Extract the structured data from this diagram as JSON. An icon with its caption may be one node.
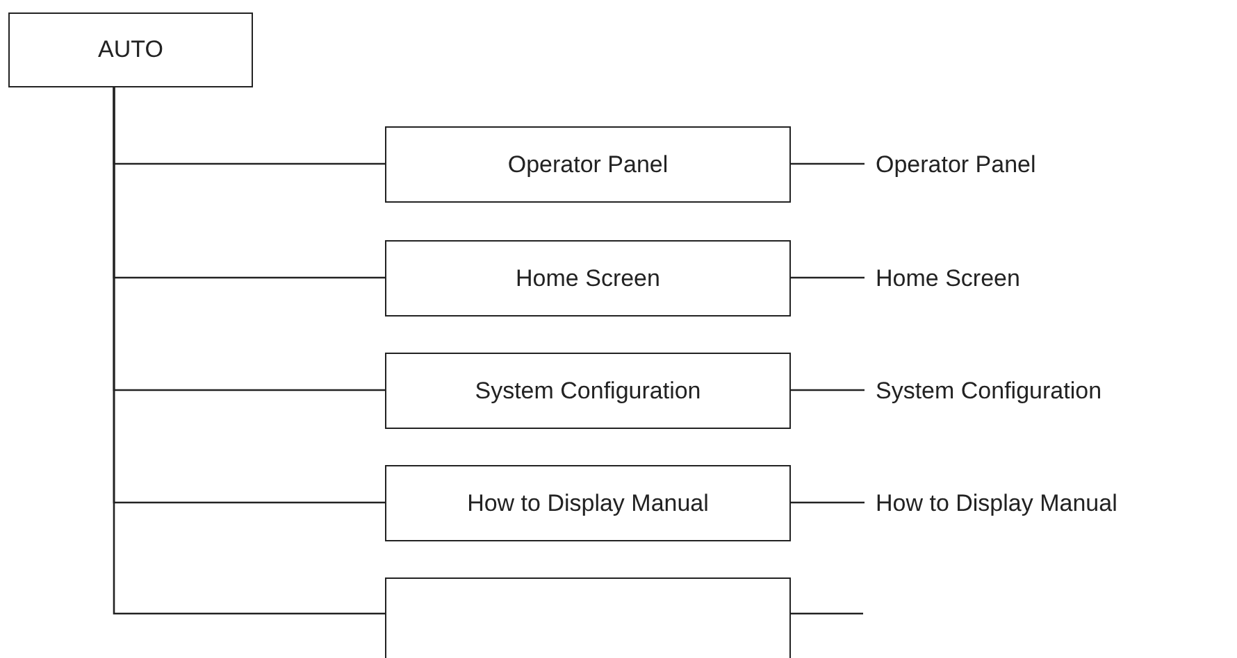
{
  "diagram": {
    "nodes": [
      {
        "text": [
          "AUTO"
        ]
      },
      {
        "text": [
          "Operator Panel"
        ]
      },
      {
        "text": [
          "Home Screen"
        ]
      },
      {
        "text": [
          "System Configuration"
        ]
      },
      {
        "text": [
          "How to Display Manual"
        ]
      },
      {
        "text": [],
        "shape": "box"
      },
      {
        "text": [
          "Operator Panel"
        ]
      },
      {
        "text": [
          "Home Screen"
        ]
      },
      {
        "text": [
          "System Configuration"
        ]
      },
      {
        "text": [
          "How to Display Manual"
        ]
      }
    ],
    "edges": [
      {
        "from": 0,
        "to": 1,
        "arrow": "none"
      },
      {
        "from": 0,
        "to": 2,
        "arrow": "none"
      },
      {
        "from": 0,
        "to": 3,
        "arrow": "none"
      },
      {
        "from": 0,
        "to": 4,
        "arrow": "none"
      },
      {
        "from": 0,
        "to": 5,
        "arrow": "none"
      },
      {
        "from": 1,
        "to": 6,
        "arrow": "none"
      },
      {
        "from": 2,
        "to": 7,
        "arrow": "none"
      },
      {
        "from": 3,
        "to": 8,
        "arrow": "none"
      },
      {
        "from": 4,
        "to": 9,
        "arrow": "none"
      },
      {
        "from": 5,
        "to": null,
        "arrow": "none"
      }
    ]
  }
}
